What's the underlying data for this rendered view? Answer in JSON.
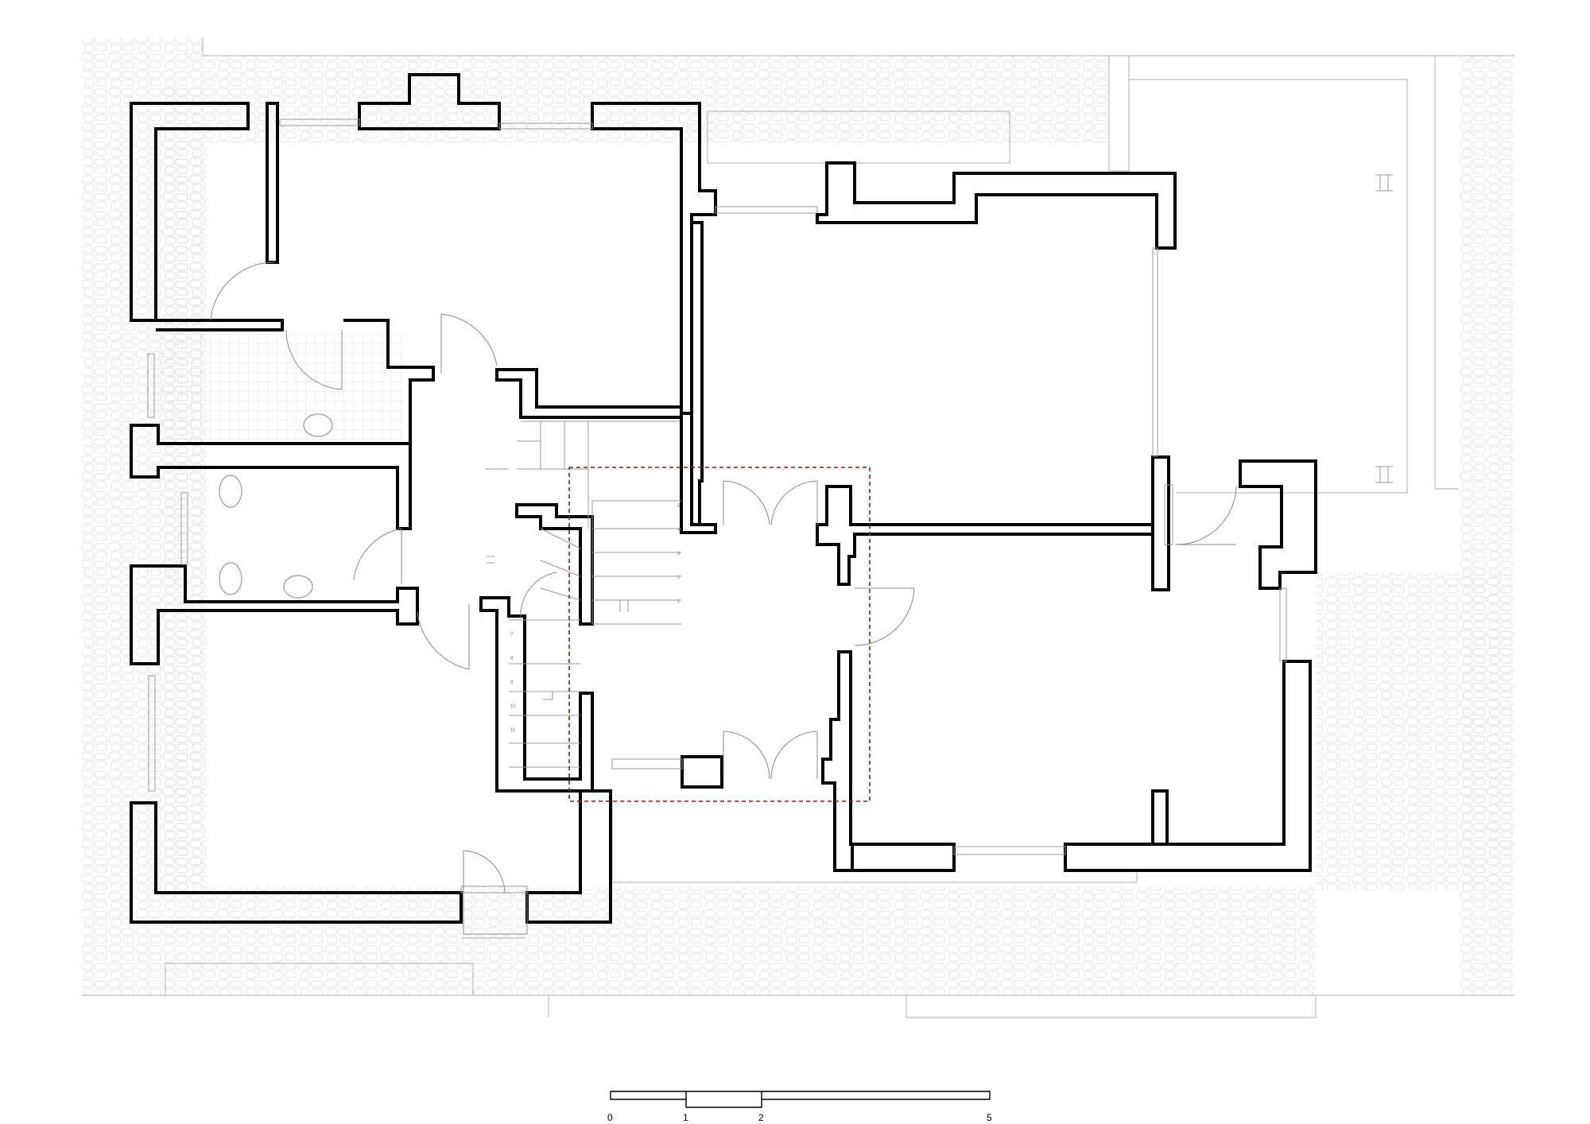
{
  "scale_bar": {
    "labels": [
      "0",
      "1",
      "2",
      "5"
    ]
  },
  "stairs": {
    "upper_flight_numbers": [
      "5",
      "4",
      "3",
      "2",
      "1"
    ],
    "lower_flight_numbers": [
      "7",
      "8",
      "9",
      "10",
      "11"
    ]
  },
  "colors": {
    "wall": "#000000",
    "hatch": "#d9d9d9",
    "highlight_boundary": "#8b1a1a"
  }
}
